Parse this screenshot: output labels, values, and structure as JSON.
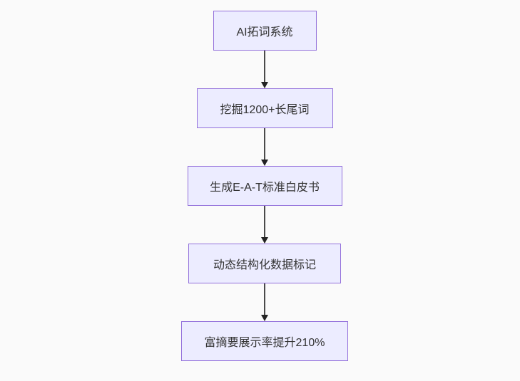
{
  "diagram": {
    "type": "flowchart",
    "direction": "top-to-bottom",
    "colors": {
      "background": "#fafafa",
      "node_fill": "#ececff",
      "node_border": "#9370db",
      "arrow_line": "#4a4a4a",
      "arrow_head": "#222222",
      "text": "#333333"
    },
    "nodes": [
      {
        "id": "n1",
        "label": "AI拓词系统"
      },
      {
        "id": "n2",
        "label": "挖掘1200+长尾词"
      },
      {
        "id": "n3",
        "label": "生成E-A-T标准白皮书"
      },
      {
        "id": "n4",
        "label": "动态结构化数据标记"
      },
      {
        "id": "n5",
        "label": "富摘要展示率提升210%"
      }
    ],
    "edges": [
      {
        "from": "n1",
        "to": "n2"
      },
      {
        "from": "n2",
        "to": "n3"
      },
      {
        "from": "n3",
        "to": "n4"
      },
      {
        "from": "n4",
        "to": "n5"
      }
    ]
  }
}
